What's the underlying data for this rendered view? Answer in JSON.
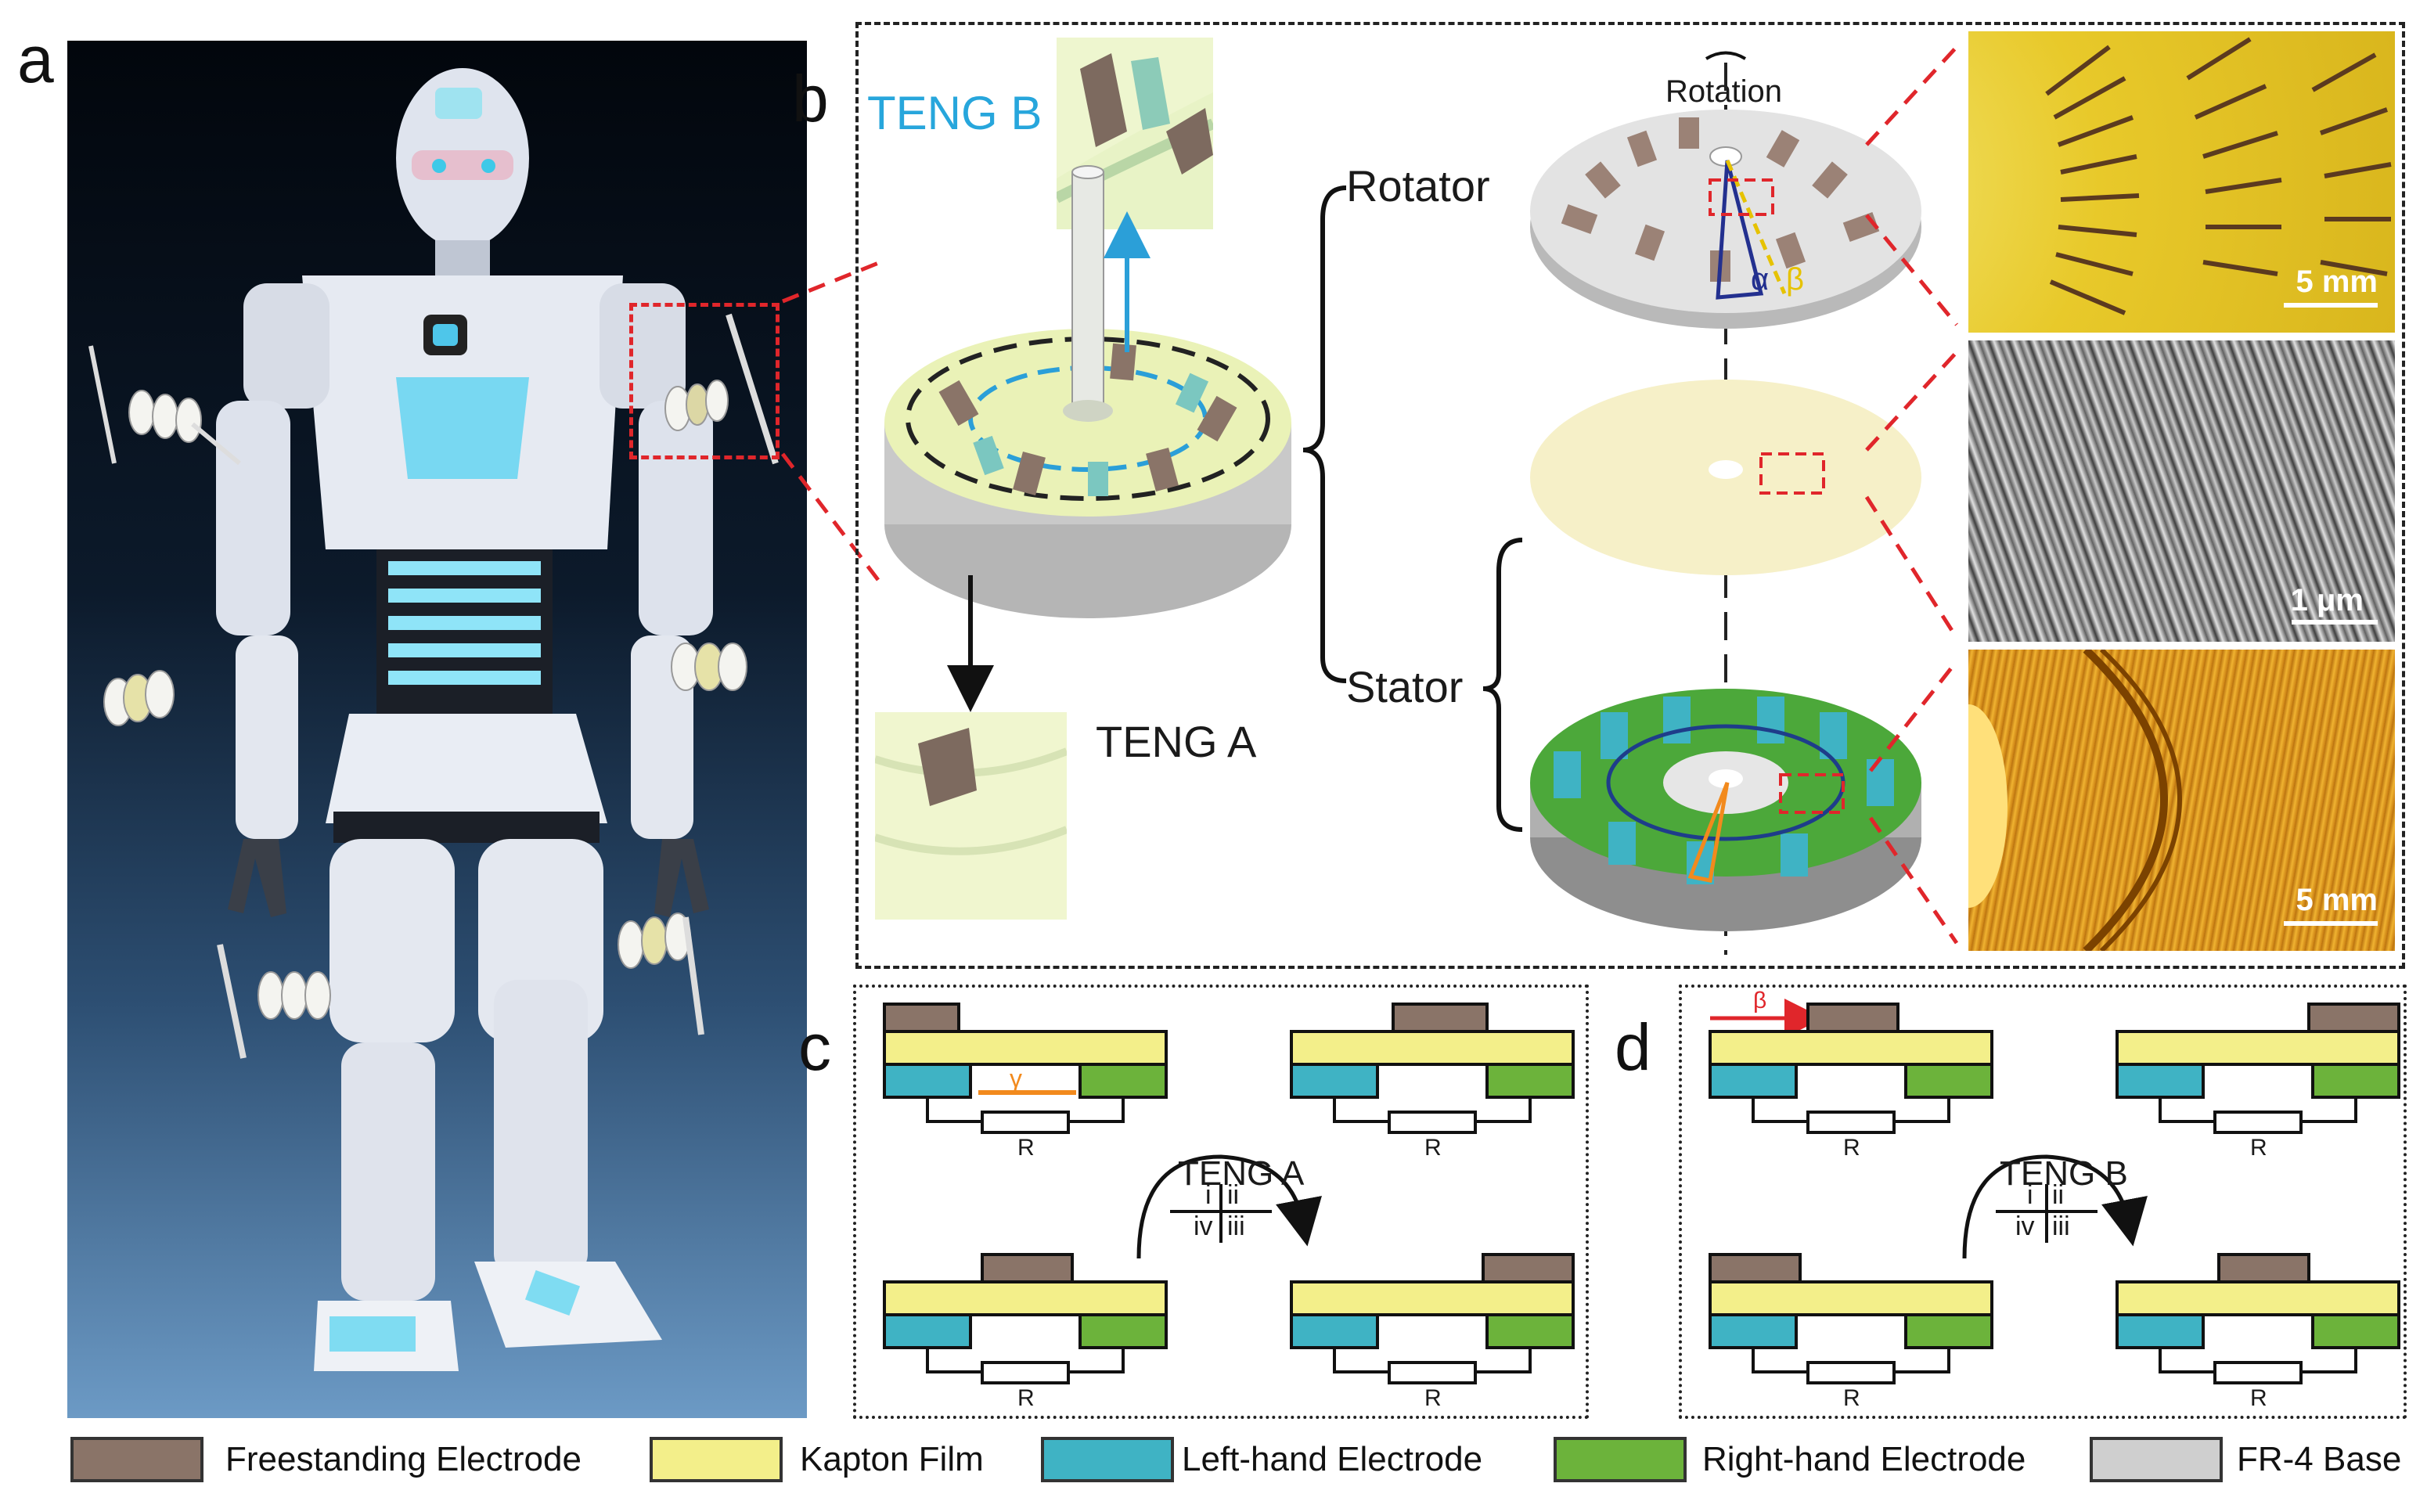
{
  "panels": {
    "a": "a",
    "b": "b",
    "c": "c",
    "d": "d"
  },
  "labels": {
    "teng_b": "TENG B",
    "teng_a": "TENG A",
    "rotator": "Rotator",
    "stator": "Stator",
    "rotation": "Rotation",
    "alpha": "α",
    "beta": "β",
    "gamma": "γ"
  },
  "scale_bars": {
    "top": "5 mm",
    "mid": "1 μm",
    "bottom": "5 mm"
  },
  "circuit_c": {
    "center_label": "TENG A",
    "resistor": "R",
    "quad": {
      "i": "i",
      "ii": "ii",
      "iii": "iii",
      "iv": "iv"
    }
  },
  "circuit_d": {
    "center_label": "TENG B",
    "resistor": "R",
    "quad": {
      "i": "i",
      "ii": "ii",
      "iii": "iii",
      "iv": "iv"
    }
  },
  "legend": [
    {
      "label": "Freestanding Electrode",
      "color": "#8a7468"
    },
    {
      "label": "Kapton Film",
      "color": "#f3ef8a"
    },
    {
      "label": "Left-hand Electrode",
      "color": "#3fb3c4"
    },
    {
      "label": "Right-hand Electrode",
      "color": "#6cb33b"
    },
    {
      "label": "FR-4 Base",
      "color": "#cfcfcf"
    }
  ]
}
